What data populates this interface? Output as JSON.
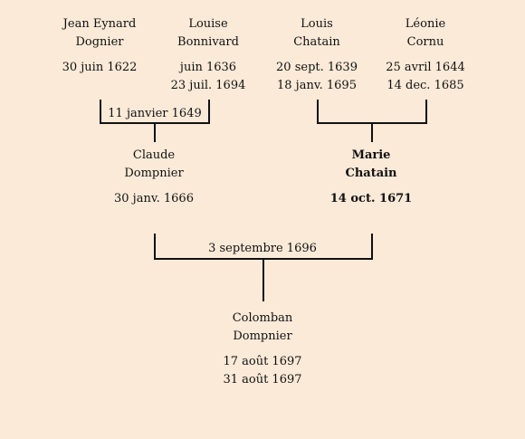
{
  "grandparents": {
    "jean_eynard": {
      "name1": "Jean Eynard",
      "name2": "Dognier",
      "date1": "30 juin 1622",
      "date2": ""
    },
    "louise": {
      "name1": "Louise",
      "name2": "Bonnivard",
      "date1": "juin 1636",
      "date2": "23 juil. 1694"
    },
    "louis": {
      "name1": "Louis",
      "name2": "Chatain",
      "date1": "20 sept. 1639",
      "date2": "18 janv. 1695"
    },
    "leonie": {
      "name1": "Léonie",
      "name2": "Cornu",
      "date1": "25 avril 1644",
      "date2": "14 dec. 1685"
    }
  },
  "parents": {
    "claude": {
      "name1": "Claude",
      "name2": "Dompnier",
      "date1": "30 janv. 1666"
    },
    "marie": {
      "name1": "Marie",
      "name2": "Chatain",
      "date1": "14 oct. 1671"
    }
  },
  "child": {
    "colomban": {
      "name1": "Colomban",
      "name2": "Dompnier",
      "date1": "17 août 1697",
      "date2": "31 août 1697"
    }
  },
  "marriages": {
    "jean_louise": "11 janvier 1649",
    "louis_leonie": "",
    "claude_marie": "3 septembre 1696"
  }
}
